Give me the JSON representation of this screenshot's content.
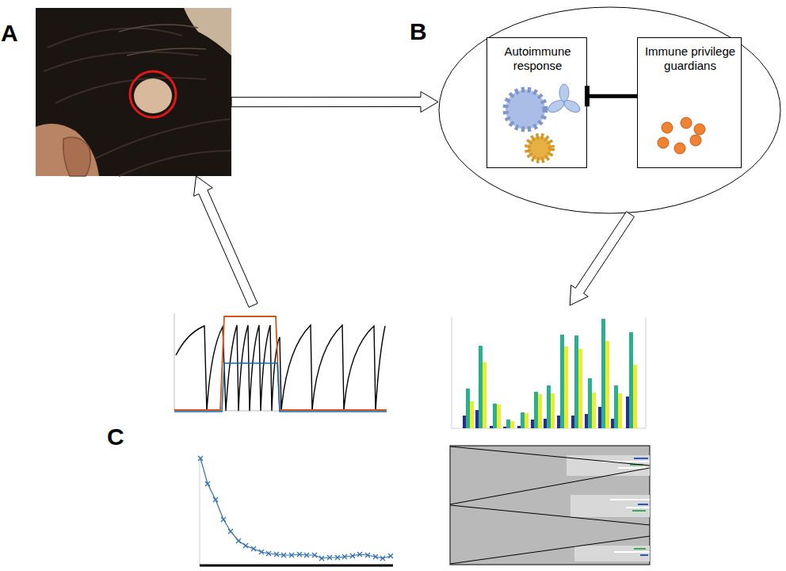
{
  "diagram": {
    "nodes": [
      {
        "text": [
          "A"
        ]
      },
      {
        "text": [
          "B"
        ]
      },
      {
        "text": [
          "Autoimmune response"
        ],
        "in": 1
      },
      {
        "text": [
          "Immune privilege guardians"
        ],
        "in": 1
      },
      {
        "text": [
          "C"
        ]
      }
    ],
    "edges": [
      {
        "from": 0,
        "to": 1,
        "arrow": "to"
      },
      {
        "from": 1,
        "to": 4,
        "arrow": "to"
      },
      {
        "from": 4,
        "to": 0,
        "arrow": "to"
      },
      {
        "from": 3,
        "to": 2,
        "arrow": "to"
      }
    ]
  }
}
